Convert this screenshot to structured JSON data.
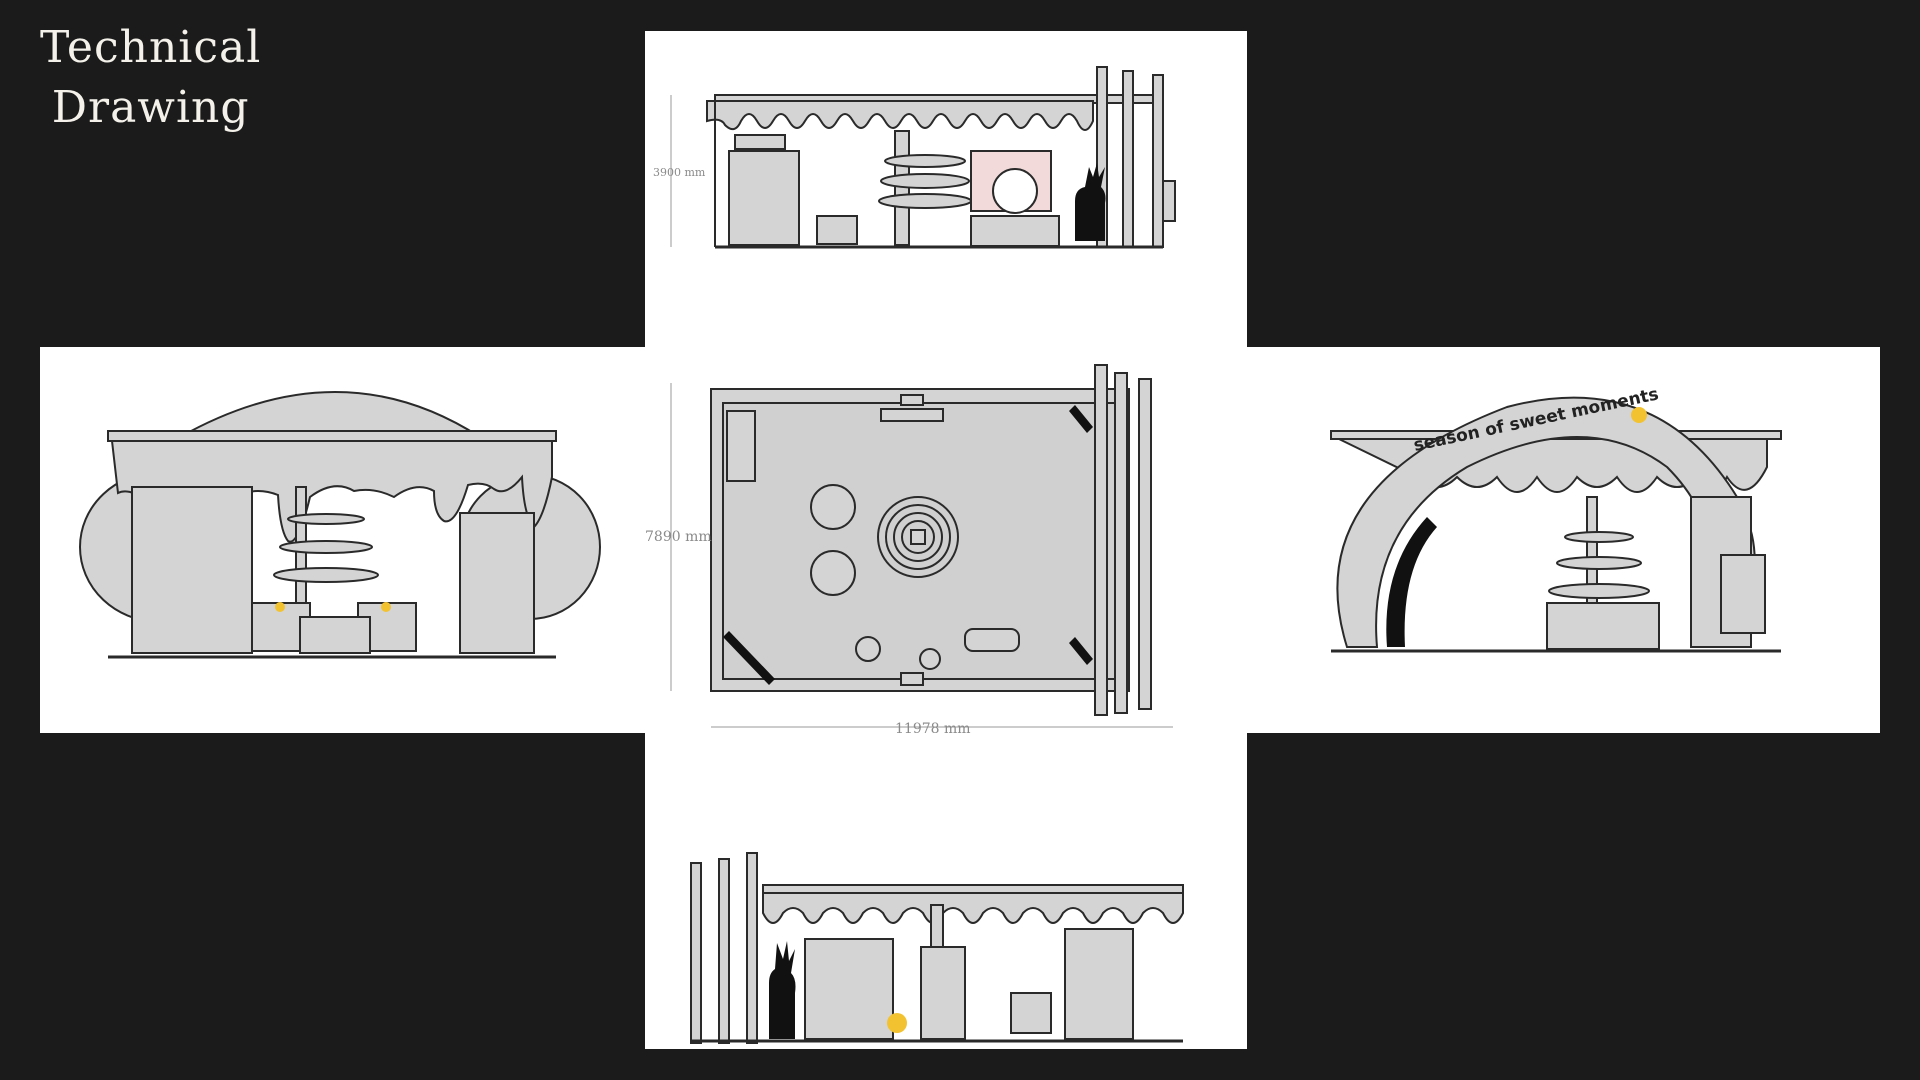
{
  "title": {
    "line1": "Technical",
    "line2": "Drawing"
  },
  "dimensions": {
    "height_label": "3900 mm",
    "depth_label": "7890 mm",
    "width_label": "11978 mm"
  },
  "signage": {
    "arch_text": "season of sweet moments"
  },
  "colors": {
    "background": "#1b1b1b",
    "panel": "#ffffff",
    "fill": "#d4d4d4",
    "stroke": "#2a2a2a",
    "accent": "#f2c230"
  }
}
